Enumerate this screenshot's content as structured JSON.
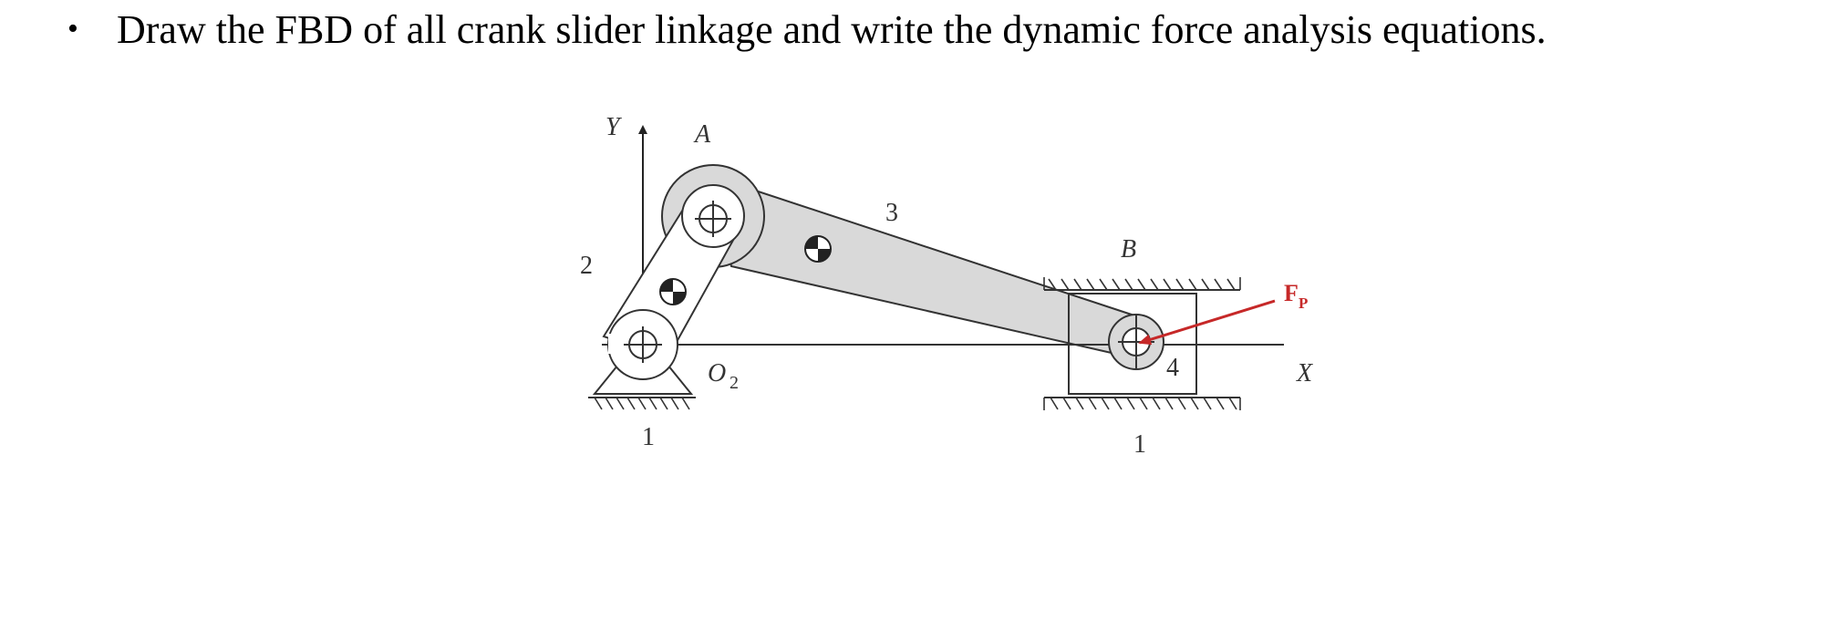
{
  "question": {
    "bullet": "•",
    "text": "Draw the FBD of all crank slider linkage and write the dynamic force analysis equations."
  },
  "diagram": {
    "labels": {
      "y_axis": "Y",
      "x_axis": "X",
      "point_a": "A",
      "point_b": "B",
      "pivot_o": "O",
      "pivot_o_sub": "2",
      "link_2": "2",
      "link_3": "3",
      "link_4": "4",
      "ground_left": "1",
      "ground_right": "1",
      "force": "F",
      "force_sub": "P"
    },
    "colors": {
      "link_fill": "#d9d9d9",
      "line": "#333333",
      "force": "#c62828"
    }
  }
}
